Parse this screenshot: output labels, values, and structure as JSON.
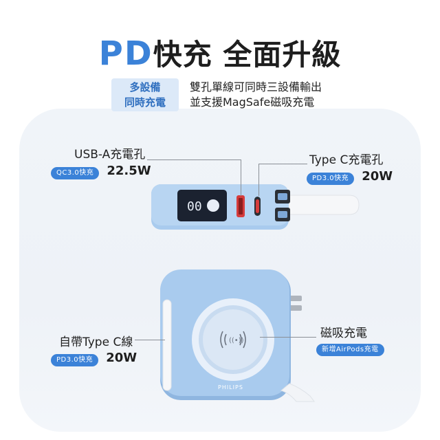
{
  "header": {
    "title_pd": "PD",
    "title_rest": "快充 全面升級",
    "badge_line1": "多設備",
    "badge_line2": "同時充電",
    "desc_line1": "雙孔單線可同時三設備輸出",
    "desc_line2": "並支援MagSafe磁吸充電"
  },
  "callouts": {
    "usb_a": {
      "title": "USB-A充電孔",
      "pill": "QC3.0快充",
      "watt": "22.5W"
    },
    "type_c_port": {
      "title": "Type C充電孔",
      "pill": "PD3.0快充",
      "watt": "20W"
    },
    "type_c_cable": {
      "title": "自帶Type C線",
      "pill": "PD3.0快充",
      "watt": "20W"
    },
    "magnetic": {
      "title": "磁吸充電",
      "pill": "新增AirPods充電"
    }
  },
  "device": {
    "display_text": "00",
    "brand": "PHILIPS"
  },
  "colors": {
    "accent": "#3b82d8",
    "device_body": "#a9cbee",
    "device_shadow": "#8fb6e0",
    "panel": "#eef2f7"
  }
}
